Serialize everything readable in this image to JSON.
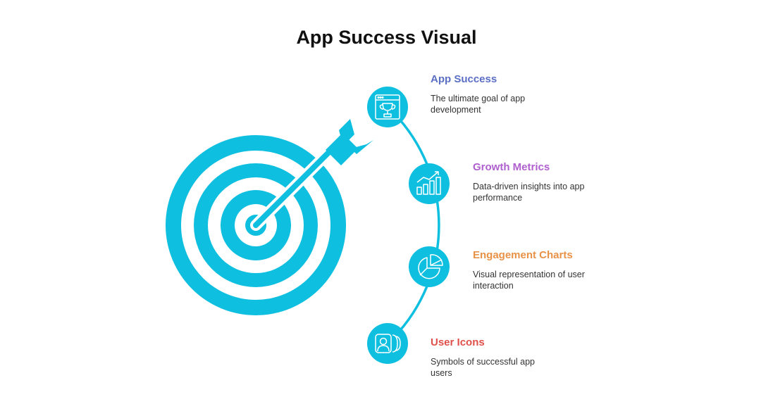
{
  "title": "App Success Visual",
  "accent_color": "#0fbfe0",
  "steps": [
    {
      "title": "App Success",
      "description": "The ultimate goal of app development",
      "color": "#5b6fc4",
      "icon": "trophy-window-icon"
    },
    {
      "title": "Growth Metrics",
      "description": "Data-driven insights into app performance",
      "color": "#b05fcf",
      "icon": "bar-chart-trend-icon"
    },
    {
      "title": "Engagement Charts",
      "description": "Visual representation of user interaction",
      "color": "#e89247",
      "icon": "pie-chart-icon"
    },
    {
      "title": "User Icons",
      "description": "Symbols of successful app users",
      "color": "#e0504a",
      "icon": "user-cards-icon"
    }
  ]
}
